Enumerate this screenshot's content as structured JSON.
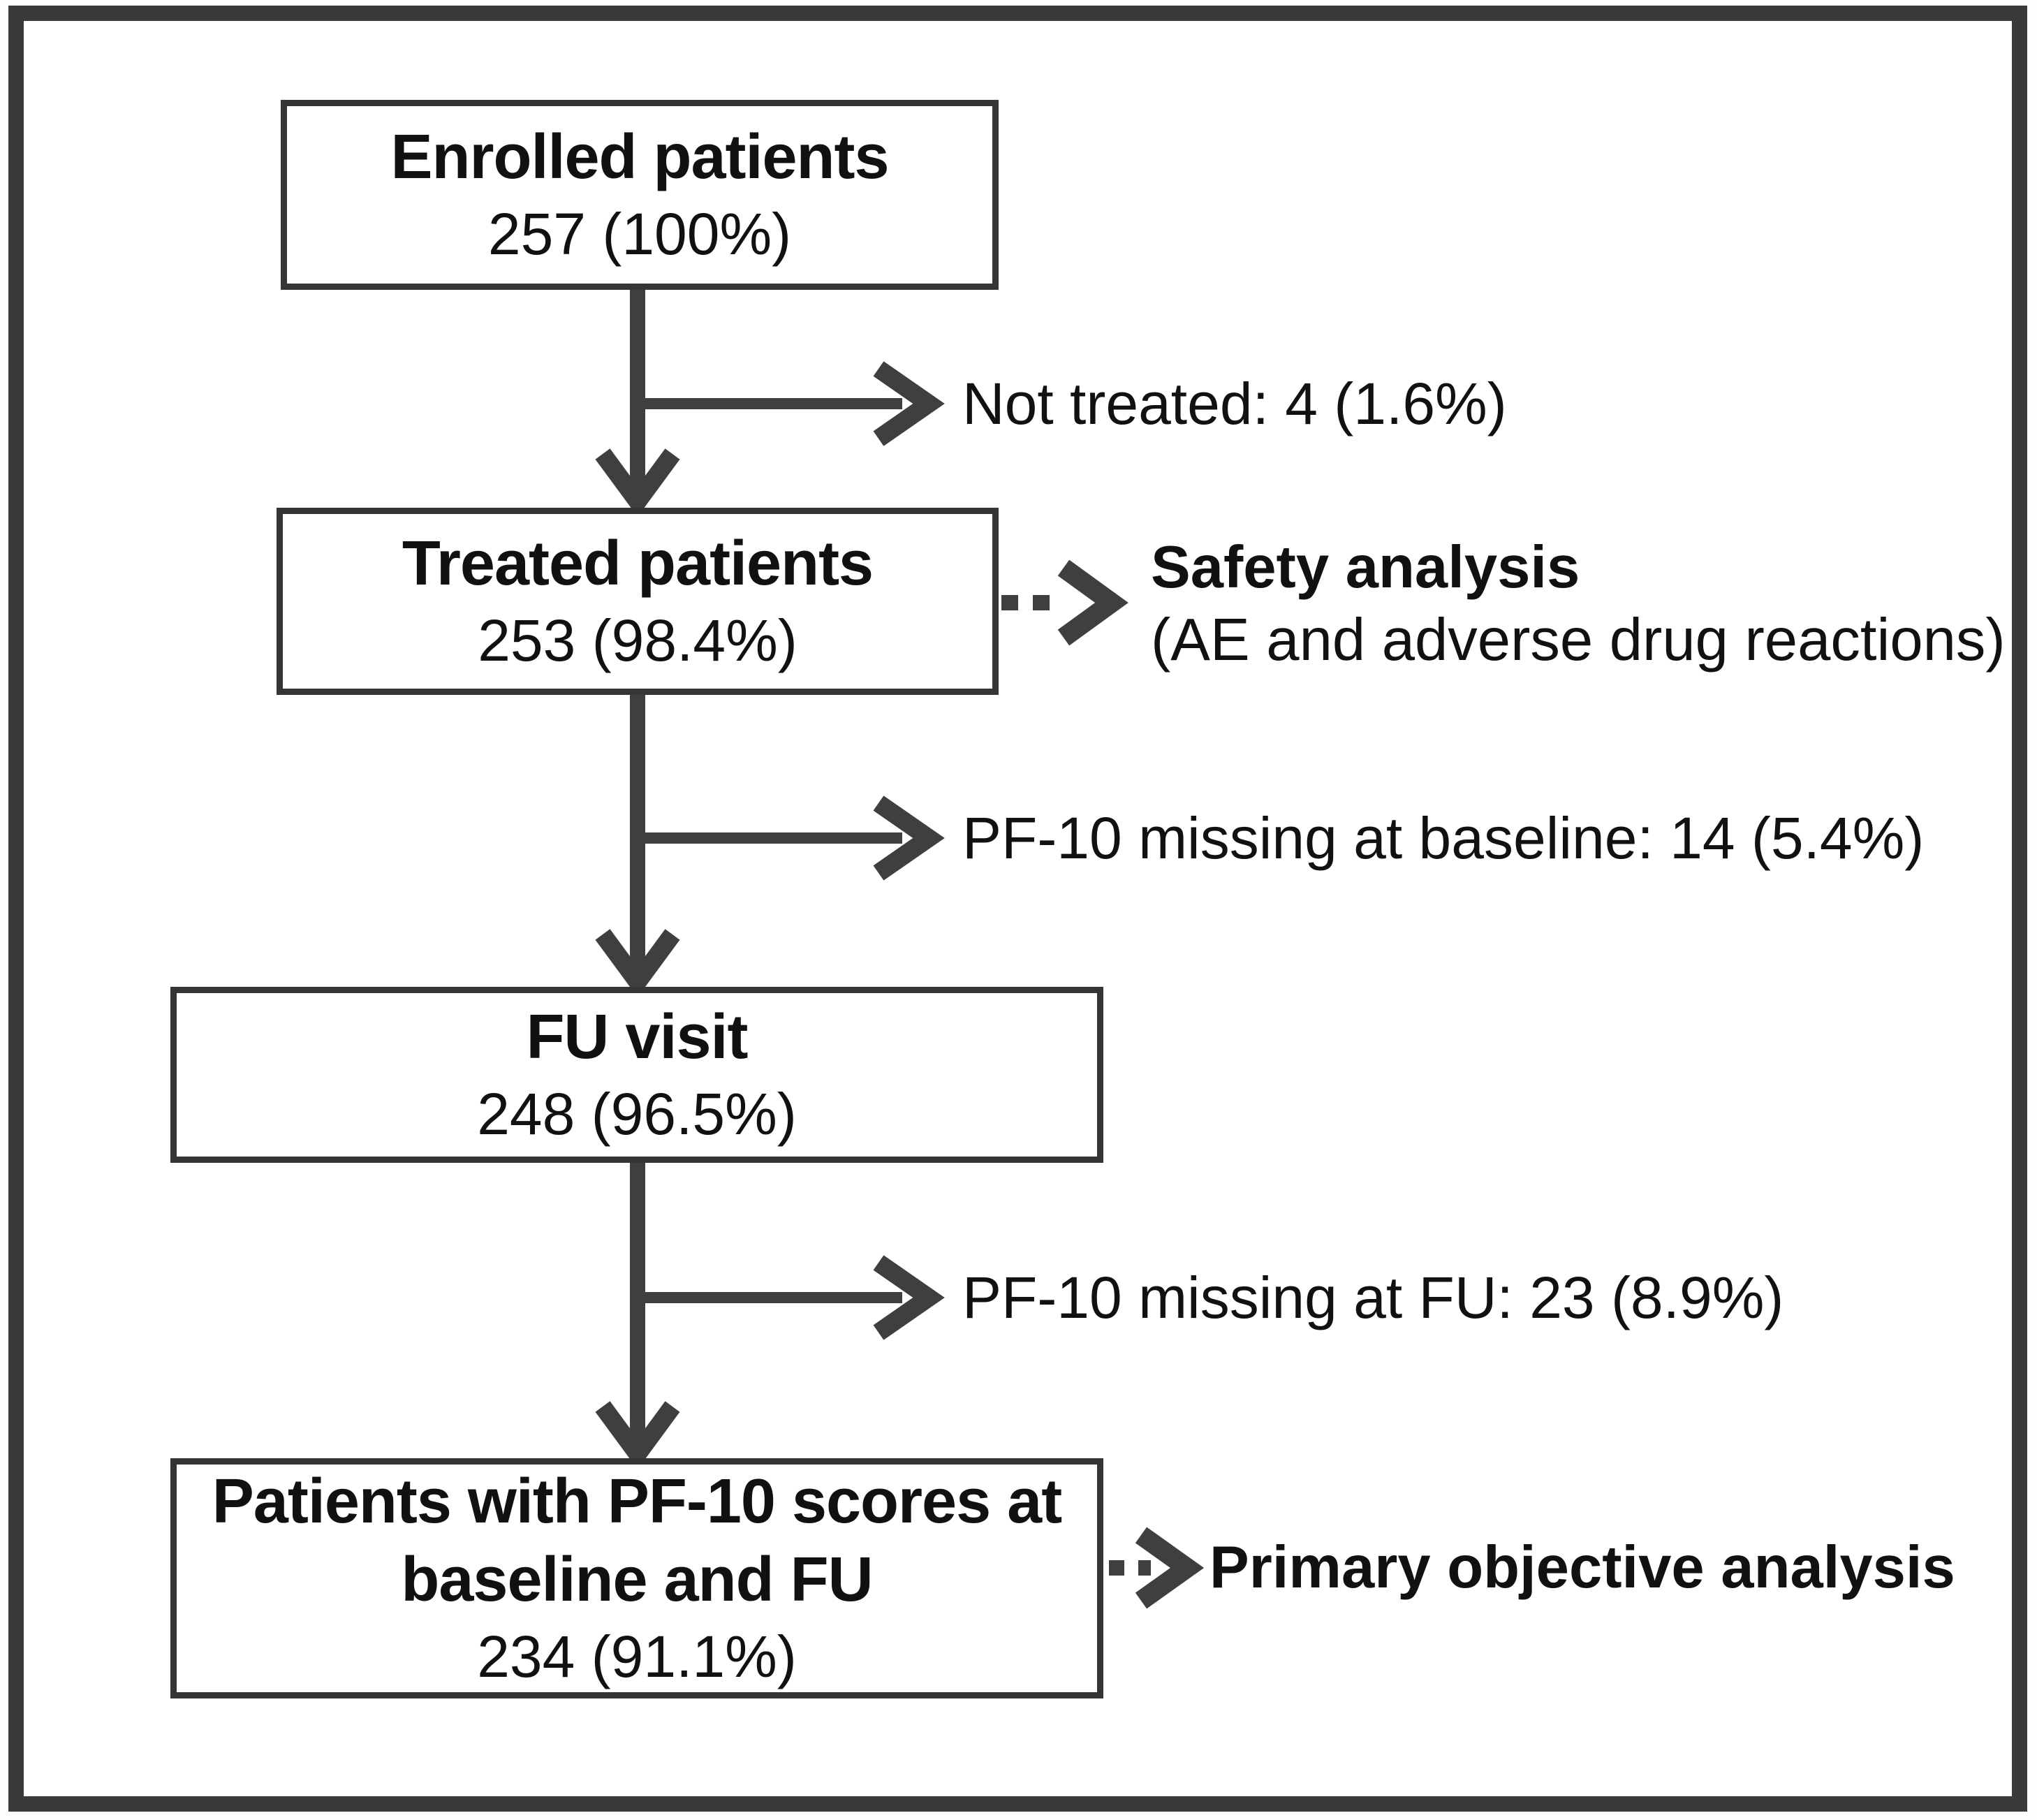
{
  "figure": {
    "type": "patient-flow-diagram",
    "colors": {
      "line": "#3f3f3f",
      "box_border": "#353535",
      "frame": "#3a3a3a",
      "text": "#111111",
      "background": "#ffffff"
    },
    "boxes": [
      {
        "title": "Enrolled patients",
        "value": "257 (100%)"
      },
      {
        "title": "Treated patients",
        "value": "253 (98.4%)"
      },
      {
        "title": "FU visit",
        "value": "248 (96.5%)"
      },
      {
        "title": "Patients with PF-10 scores at baseline and FU",
        "value": "234 (91.1%)"
      }
    ],
    "branches": [
      {
        "label": "Not treated: 4 (1.6%)"
      },
      {
        "label": "PF-10 missing at baseline: 14 (5.4%)"
      },
      {
        "label": "PF-10 missing at FU: 23 (8.9%)"
      }
    ],
    "dashed_annotations": [
      {
        "title": "Safety analysis",
        "subtitle": "(AE and adverse drug reactions)"
      },
      {
        "title": "Primary objective analysis"
      }
    ]
  }
}
